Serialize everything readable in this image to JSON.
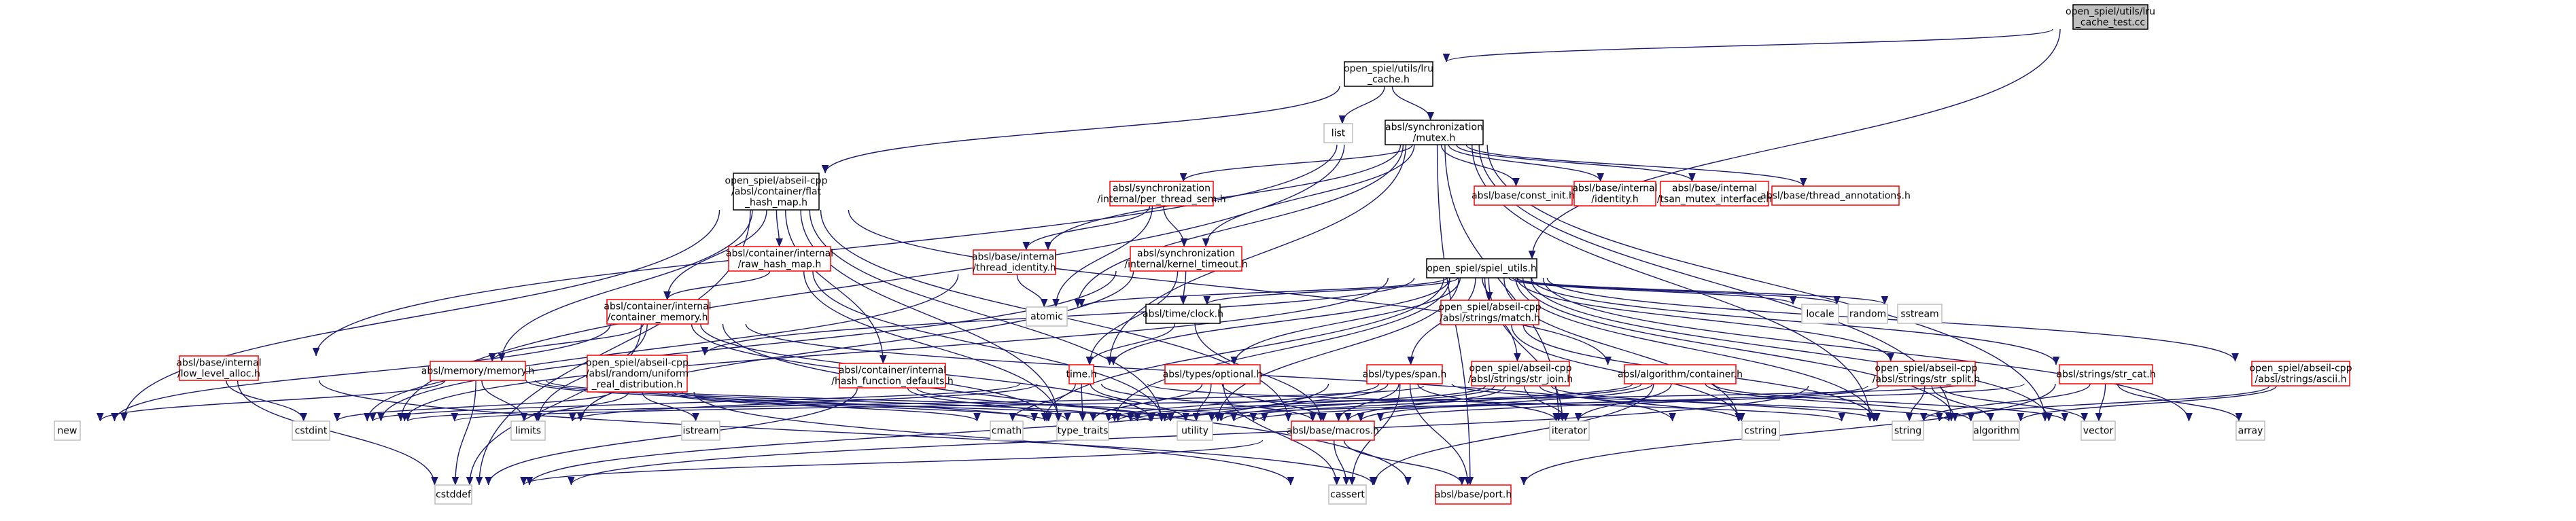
{
  "nodes": [
    {
      "id": "root",
      "lines": [
        "open_spiel/utils/lru",
        "_cache_test.cc"
      ],
      "kind": "root"
    },
    {
      "id": "lru",
      "lines": [
        "open_spiel/utils/lru",
        "_cache.h"
      ],
      "kind": "doc"
    },
    {
      "id": "list",
      "lines": [
        "list"
      ],
      "kind": "std"
    },
    {
      "id": "mutex",
      "lines": [
        "absl/synchronization",
        "/mutex.h"
      ],
      "kind": "doc"
    },
    {
      "id": "flat",
      "lines": [
        "open_spiel/abseil-cpp",
        "/absl/container/flat",
        "_hash_map.h"
      ],
      "kind": "doc"
    },
    {
      "id": "pts",
      "lines": [
        "absl/synchronization",
        "/internal/per_thread_sem.h"
      ],
      "kind": "red"
    },
    {
      "id": "const_init",
      "lines": [
        "absl/base/const_init.h"
      ],
      "kind": "red"
    },
    {
      "id": "identity",
      "lines": [
        "absl/base/internal",
        "/identity.h"
      ],
      "kind": "red"
    },
    {
      "id": "tsan",
      "lines": [
        "absl/base/internal",
        "/tsan_mutex_interface.h"
      ],
      "kind": "red"
    },
    {
      "id": "thread_ann",
      "lines": [
        "absl/base/thread_annotations.h"
      ],
      "kind": "red"
    },
    {
      "id": "raw_hash",
      "lines": [
        "absl/container/internal",
        "/raw_hash_map.h"
      ],
      "kind": "red"
    },
    {
      "id": "thread_id",
      "lines": [
        "absl/base/internal",
        "/thread_identity.h"
      ],
      "kind": "red"
    },
    {
      "id": "kernel_to",
      "lines": [
        "absl/synchronization",
        "/internal/kernel_timeout.h"
      ],
      "kind": "red"
    },
    {
      "id": "spiel_utils",
      "lines": [
        "open_spiel/spiel_utils.h"
      ],
      "kind": "doc"
    },
    {
      "id": "atomic",
      "lines": [
        "atomic"
      ],
      "kind": "std"
    },
    {
      "id": "clock",
      "lines": [
        "absl/time/clock.h"
      ],
      "kind": "doc"
    },
    {
      "id": "match",
      "lines": [
        "open_spiel/abseil-cpp",
        "/absl/strings/match.h"
      ],
      "kind": "red"
    },
    {
      "id": "locale",
      "lines": [
        "locale"
      ],
      "kind": "std"
    },
    {
      "id": "random",
      "lines": [
        "random"
      ],
      "kind": "std"
    },
    {
      "id": "sstream",
      "lines": [
        "sstream"
      ],
      "kind": "std"
    },
    {
      "id": "low_level",
      "lines": [
        "absl/base/internal",
        "/low_level_alloc.h"
      ],
      "kind": "red"
    },
    {
      "id": "cont_mem",
      "lines": [
        "absl/container/internal",
        "/container_memory.h"
      ],
      "kind": "red"
    },
    {
      "id": "mem",
      "lines": [
        "absl/memory/memory.h"
      ],
      "kind": "red"
    },
    {
      "id": "uniform",
      "lines": [
        "open_spiel/abseil-cpp",
        "/absl/random/uniform",
        "_real_distribution.h"
      ],
      "kind": "red"
    },
    {
      "id": "hash_fn",
      "lines": [
        "absl/container/internal",
        "/hash_function_defaults.h"
      ],
      "kind": "red"
    },
    {
      "id": "time",
      "lines": [
        "time.h"
      ],
      "kind": "red"
    },
    {
      "id": "optional",
      "lines": [
        "absl/types/optional.h"
      ],
      "kind": "red"
    },
    {
      "id": "span",
      "lines": [
        "absl/types/span.h"
      ],
      "kind": "red"
    },
    {
      "id": "str_join",
      "lines": [
        "open_spiel/abseil-cpp",
        "/absl/strings/str_join.h"
      ],
      "kind": "red"
    },
    {
      "id": "algo_cont",
      "lines": [
        "absl/algorithm/container.h"
      ],
      "kind": "red"
    },
    {
      "id": "str_split",
      "lines": [
        "open_spiel/abseil-cpp",
        "/absl/strings/str_split.h"
      ],
      "kind": "red"
    },
    {
      "id": "str_cat",
      "lines": [
        "absl/strings/str_cat.h"
      ],
      "kind": "red"
    },
    {
      "id": "ascii",
      "lines": [
        "open_spiel/abseil-cpp",
        "/absl/strings/ascii.h"
      ],
      "kind": "red"
    },
    {
      "id": "new",
      "lines": [
        "new"
      ],
      "kind": "std"
    },
    {
      "id": "cstdint",
      "lines": [
        "cstdint"
      ],
      "kind": "std"
    },
    {
      "id": "limits",
      "lines": [
        "limits"
      ],
      "kind": "std"
    },
    {
      "id": "istream",
      "lines": [
        "istream"
      ],
      "kind": "std"
    },
    {
      "id": "cmath",
      "lines": [
        "cmath"
      ],
      "kind": "std"
    },
    {
      "id": "type_traits",
      "lines": [
        "type_traits"
      ],
      "kind": "std"
    },
    {
      "id": "utility",
      "lines": [
        "utility"
      ],
      "kind": "std"
    },
    {
      "id": "macros",
      "lines": [
        "absl/base/macros.h"
      ],
      "kind": "red"
    },
    {
      "id": "iterator",
      "lines": [
        "iterator"
      ],
      "kind": "std"
    },
    {
      "id": "cstring",
      "lines": [
        "cstring"
      ],
      "kind": "std"
    },
    {
      "id": "string",
      "lines": [
        "string"
      ],
      "kind": "std"
    },
    {
      "id": "algorithm",
      "lines": [
        "algorithm"
      ],
      "kind": "std"
    },
    {
      "id": "vector",
      "lines": [
        "vector"
      ],
      "kind": "std"
    },
    {
      "id": "array",
      "lines": [
        "array"
      ],
      "kind": "std"
    },
    {
      "id": "cstddef",
      "lines": [
        "cstddef"
      ],
      "kind": "std"
    },
    {
      "id": "cassert",
      "lines": [
        "cassert"
      ],
      "kind": "std"
    },
    {
      "id": "port",
      "lines": [
        "absl/base/port.h"
      ],
      "kind": "red"
    }
  ],
  "edges": [
    [
      "root",
      "lru"
    ],
    [
      "root",
      "spiel_utils"
    ],
    [
      "lru",
      "list"
    ],
    [
      "lru",
      "mutex"
    ],
    [
      "lru",
      "flat"
    ],
    [
      "mutex",
      "pts"
    ],
    [
      "mutex",
      "const_init"
    ],
    [
      "mutex",
      "identity"
    ],
    [
      "mutex",
      "tsan"
    ],
    [
      "mutex",
      "thread_ann"
    ],
    [
      "mutex",
      "thread_id"
    ],
    [
      "mutex",
      "kernel_to"
    ],
    [
      "mutex",
      "low_level"
    ],
    [
      "mutex",
      "atomic"
    ],
    [
      "mutex",
      "cstdint"
    ],
    [
      "mutex",
      "time"
    ],
    [
      "mutex",
      "string"
    ],
    [
      "mutex",
      "vector"
    ],
    [
      "mutex",
      "iterator"
    ],
    [
      "mutex",
      "port"
    ],
    [
      "mutex",
      "algorithm"
    ],
    [
      "flat",
      "raw_hash"
    ],
    [
      "flat",
      "cont_mem"
    ],
    [
      "flat",
      "mem"
    ],
    [
      "flat",
      "hash_fn"
    ],
    [
      "flat",
      "utility"
    ],
    [
      "flat",
      "type_traits"
    ],
    [
      "flat",
      "macros"
    ],
    [
      "flat",
      "cstddef"
    ],
    [
      "flat",
      "new"
    ],
    [
      "flat",
      "algo_cont"
    ],
    [
      "pts",
      "thread_id"
    ],
    [
      "pts",
      "kernel_to"
    ],
    [
      "pts",
      "atomic"
    ],
    [
      "thread_id",
      "atomic"
    ],
    [
      "thread_id",
      "cstdint"
    ],
    [
      "kernel_to",
      "clock"
    ],
    [
      "kernel_to",
      "time"
    ],
    [
      "kernel_to",
      "limits"
    ],
    [
      "kernel_to",
      "cstdint"
    ],
    [
      "raw_hash",
      "cont_mem"
    ],
    [
      "raw_hash",
      "utility"
    ],
    [
      "raw_hash",
      "type_traits"
    ],
    [
      "cont_mem",
      "mem"
    ],
    [
      "cont_mem",
      "utility"
    ],
    [
      "cont_mem",
      "type_traits"
    ],
    [
      "cont_mem",
      "cstddef"
    ],
    [
      "cont_mem",
      "new"
    ],
    [
      "cont_mem",
      "cstring"
    ],
    [
      "cont_mem",
      "port"
    ],
    [
      "cont_mem",
      "limits"
    ],
    [
      "mem",
      "new"
    ],
    [
      "mem",
      "limits"
    ],
    [
      "mem",
      "cstddef"
    ],
    [
      "mem",
      "utility"
    ],
    [
      "mem",
      "type_traits"
    ],
    [
      "mem",
      "macros"
    ],
    [
      "hash_fn",
      "cstddef"
    ],
    [
      "hash_fn",
      "utility"
    ],
    [
      "hash_fn",
      "type_traits"
    ],
    [
      "low_level",
      "cstdint"
    ],
    [
      "low_level",
      "cstddef"
    ],
    [
      "low_level",
      "port"
    ],
    [
      "spiel_utils",
      "clock"
    ],
    [
      "spiel_utils",
      "match"
    ],
    [
      "spiel_utils",
      "locale"
    ],
    [
      "spiel_utils",
      "random"
    ],
    [
      "spiel_utils",
      "sstream"
    ],
    [
      "spiel_utils",
      "uniform"
    ],
    [
      "spiel_utils",
      "optional"
    ],
    [
      "spiel_utils",
      "span"
    ],
    [
      "spiel_utils",
      "str_join"
    ],
    [
      "spiel_utils",
      "str_split"
    ],
    [
      "spiel_utils",
      "str_cat"
    ],
    [
      "spiel_utils",
      "ascii"
    ],
    [
      "spiel_utils",
      "time"
    ],
    [
      "spiel_utils",
      "cstdint"
    ],
    [
      "spiel_utils",
      "cmath"
    ],
    [
      "spiel_utils",
      "type_traits"
    ],
    [
      "spiel_utils",
      "utility"
    ],
    [
      "spiel_utils",
      "iterator"
    ],
    [
      "spiel_utils",
      "cstring"
    ],
    [
      "spiel_utils",
      "string"
    ],
    [
      "spiel_utils",
      "algorithm"
    ],
    [
      "spiel_utils",
      "vector"
    ],
    [
      "spiel_utils",
      "array"
    ],
    [
      "spiel_utils",
      "atomic"
    ],
    [
      "clock",
      "time"
    ],
    [
      "clock",
      "macros"
    ],
    [
      "match",
      "cstring"
    ],
    [
      "match",
      "string"
    ],
    [
      "uniform",
      "cstdint"
    ],
    [
      "uniform",
      "istream"
    ],
    [
      "uniform",
      "limits"
    ],
    [
      "uniform",
      "cmath"
    ],
    [
      "uniform",
      "type_traits"
    ],
    [
      "uniform",
      "utility"
    ],
    [
      "uniform",
      "cassert"
    ],
    [
      "time",
      "cmath"
    ],
    [
      "time",
      "cstdint"
    ],
    [
      "time",
      "limits"
    ],
    [
      "time",
      "utility"
    ],
    [
      "time",
      "string"
    ],
    [
      "time",
      "type_traits"
    ],
    [
      "time",
      "macros"
    ],
    [
      "optional",
      "utility"
    ],
    [
      "optional",
      "type_traits"
    ],
    [
      "optional",
      "cassert"
    ],
    [
      "optional",
      "macros"
    ],
    [
      "span",
      "algorithm"
    ],
    [
      "span",
      "cassert"
    ],
    [
      "span",
      "cstddef"
    ],
    [
      "span",
      "iterator"
    ],
    [
      "span",
      "type_traits"
    ],
    [
      "span",
      "utility"
    ],
    [
      "span",
      "macros"
    ],
    [
      "span",
      "port"
    ],
    [
      "str_join",
      "cstdint"
    ],
    [
      "str_join",
      "cstring"
    ],
    [
      "str_join",
      "iterator"
    ],
    [
      "str_join",
      "string"
    ],
    [
      "str_join",
      "type_traits"
    ],
    [
      "str_join",
      "utility"
    ],
    [
      "str_join",
      "macros"
    ],
    [
      "algo_cont",
      "algorithm"
    ],
    [
      "algo_cont",
      "cassert"
    ],
    [
      "algo_cont",
      "iterator"
    ],
    [
      "algo_cont",
      "type_traits"
    ],
    [
      "algo_cont",
      "utility"
    ],
    [
      "algo_cont",
      "vector"
    ],
    [
      "algo_cont",
      "macros"
    ],
    [
      "str_split",
      "algorithm"
    ],
    [
      "str_split",
      "cstddef"
    ],
    [
      "str_split",
      "string"
    ],
    [
      "str_split",
      "utility"
    ],
    [
      "str_split",
      "vector"
    ],
    [
      "str_split",
      "macros"
    ],
    [
      "str_cat",
      "array"
    ],
    [
      "str_cat",
      "cstdint"
    ],
    [
      "str_cat",
      "string"
    ],
    [
      "str_cat",
      "type_traits"
    ],
    [
      "str_cat",
      "vector"
    ],
    [
      "str_cat",
      "port"
    ],
    [
      "ascii",
      "algorithm"
    ],
    [
      "ascii",
      "string"
    ],
    [
      "macros",
      "cassert"
    ],
    [
      "macros",
      "cstddef"
    ],
    [
      "macros",
      "port"
    ]
  ]
}
